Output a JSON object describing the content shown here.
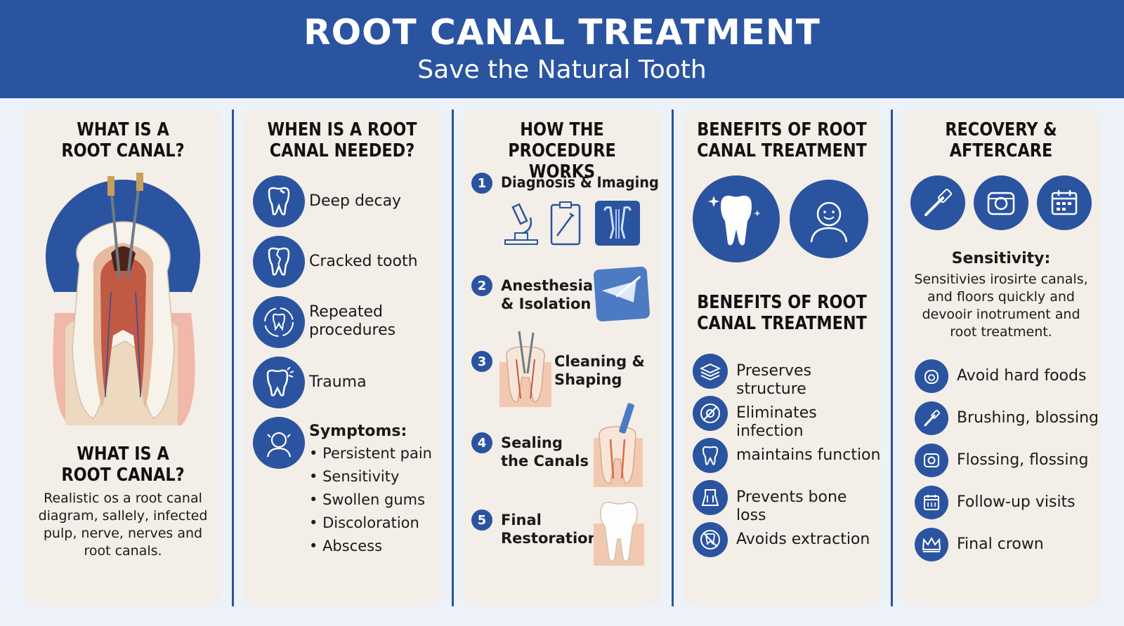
{
  "header": {
    "title": "ROOT CANAL TREATMENT",
    "subtitle": "Save the Natural Tooth"
  },
  "panel1": {
    "title_line1": "WHAT IS A",
    "title_line2": "ROOT CANAL?",
    "subtitle_line1": "WHAT IS A",
    "subtitle_line2": "ROOT CANAL?",
    "desc_lines": [
      "Realistic os a root canal",
      "diagram, sallely, infected",
      "pulp, nerve, nerves and",
      "root canals."
    ]
  },
  "panel2": {
    "title_line1": "WHEN IS A ROOT",
    "title_line2": "CANAL NEEDED?",
    "items": [
      {
        "label": "Deep decay",
        "icon": "decayed-tooth-icon"
      },
      {
        "label": "Cracked tooth",
        "icon": "cracked-tooth-icon"
      },
      {
        "label_line1": "Repeated",
        "label_line2": "procedures",
        "icon": "repeat-tooth-icon"
      },
      {
        "label": "Trauma",
        "icon": "trauma-tooth-icon"
      }
    ],
    "symptoms_title": "Symptoms:",
    "symptoms": [
      "Persistent pain",
      "Sensitivity",
      "Swollen gums",
      "Discoloration",
      "Abscess"
    ]
  },
  "panel3": {
    "title_line1": "HOW THE",
    "title_line2": "PROCEDURE WORKS",
    "steps": [
      {
        "num": "1",
        "line1": "Diagnosis & Imaging",
        "line2": ""
      },
      {
        "num": "2",
        "line1": "Anesthesia",
        "line2": "& Isolation"
      },
      {
        "num": "3",
        "line1": "Cleaning &",
        "line2": "Shaping"
      },
      {
        "num": "4",
        "line1": "Sealing",
        "line2": "the Canals"
      },
      {
        "num": "5",
        "line1": "Final",
        "line2": "Restoration"
      }
    ]
  },
  "panel4": {
    "title_line1": "BENEFITS OF ROOT",
    "title_line2": "CANAL TREATMENT",
    "subtitle_line1": "BENEFITS OF ROOT",
    "subtitle_line2": "CANAL TREATMENT",
    "items": [
      {
        "label": "Preserves structure",
        "icon": "layers-icon"
      },
      {
        "label": "Eliminates infection",
        "icon": "no-germ-icon"
      },
      {
        "label": "maintains function",
        "icon": "tooth-icon"
      },
      {
        "label": "Prevents bone loss",
        "icon": "bone-icon"
      },
      {
        "label": "Avoids extraction",
        "icon": "no-extraction-icon"
      }
    ]
  },
  "panel5": {
    "title_line1": "RECOVERY &",
    "title_line2": "AFTERCARE",
    "sensitivity_title": "Sensitivity:",
    "sensitivity_lines": [
      "Sensitivies irosirte canals,",
      "and floors quickly and",
      "devooir inotrument and",
      "root treatment."
    ],
    "items": [
      {
        "label": "Avoid hard foods",
        "icon": "no-hard-food-icon"
      },
      {
        "label": "Brushing, blossing",
        "icon": "toothbrush-icon"
      },
      {
        "label": "Flossing, flossing",
        "icon": "floss-icon"
      },
      {
        "label": "Follow-up visits",
        "icon": "calendar-icon"
      },
      {
        "label": "Final crown",
        "icon": "crown-icon"
      }
    ]
  },
  "colors": {
    "brand_blue": "#2a54a0",
    "panel_bg": "#f3eee8",
    "page_bg": "#edf2f8"
  }
}
